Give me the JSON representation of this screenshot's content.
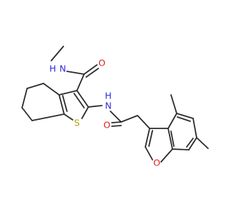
{
  "molecule": {
    "atom_labels": {
      "amide_nh_top": "N",
      "amide_h_top": "H",
      "carbonyl_o_top": "O",
      "amide_nh_mid": "N",
      "amide_h_mid": "H",
      "carbonyl_o_mid": "O",
      "thiophene_s": "S",
      "furan_o": "O"
    },
    "colors": {
      "bond": "#2b2b2b",
      "nitrogen": "#2a2ae0",
      "oxygen": "#e02020",
      "sulfur": "#b8a000"
    }
  }
}
